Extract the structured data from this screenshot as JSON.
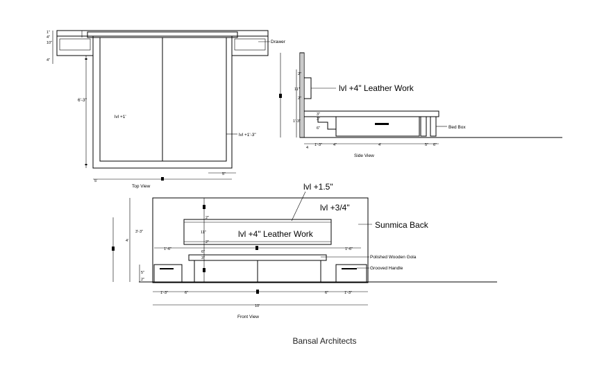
{
  "top_view": {
    "title": "Top View",
    "drawer_label": "Drawer",
    "level_inner": "lvl +1'",
    "level_outer": "lvl +1'-3\"",
    "dim_height": "6'-3\"",
    "dim_width": "5'",
    "dim_right": "5\"",
    "dim_top": [
      "1\"",
      "4\"",
      "10\"",
      "4\""
    ]
  },
  "side_view": {
    "title": "Side View",
    "leather_label": "lvl +4\"  Leather Work",
    "bed_box_label": "Bed Box",
    "dim_height": "1'-3\"",
    "dim_small": [
      "2\"",
      "11\"",
      "2\"",
      "3\"",
      "3\"",
      "6\""
    ],
    "dim_bottom": [
      "1'-3\"",
      "4\"",
      "4'",
      "5\"",
      "6\""
    ],
    "dim_left": "4"
  },
  "front_view": {
    "title": "Front View",
    "level_top": "lvl +1.5\"",
    "level_right": "lvl +3/4\"",
    "leather_label": "lvl +4\"  Leather Work",
    "sunmica_label": "Sunmica Back",
    "gola_label": "Polished Wooden Gola",
    "handle_label": "Grooved Handle",
    "dim_outer_height": "4'",
    "dim_inner_height": "3'-3\"",
    "dim_panel": [
      "2\"",
      "11\"",
      "2\"",
      "6\"",
      "3\"",
      "2\""
    ],
    "dim_side": [
      "1'-6\"",
      "1'-6\""
    ],
    "dim_bottom_chain": [
      "1'-3\"",
      "6\"",
      "6\"",
      "1'-3\""
    ],
    "dim_total": "10'",
    "dim_left_small": "5\""
  },
  "footer": {
    "credit": "Bansal Architects"
  }
}
